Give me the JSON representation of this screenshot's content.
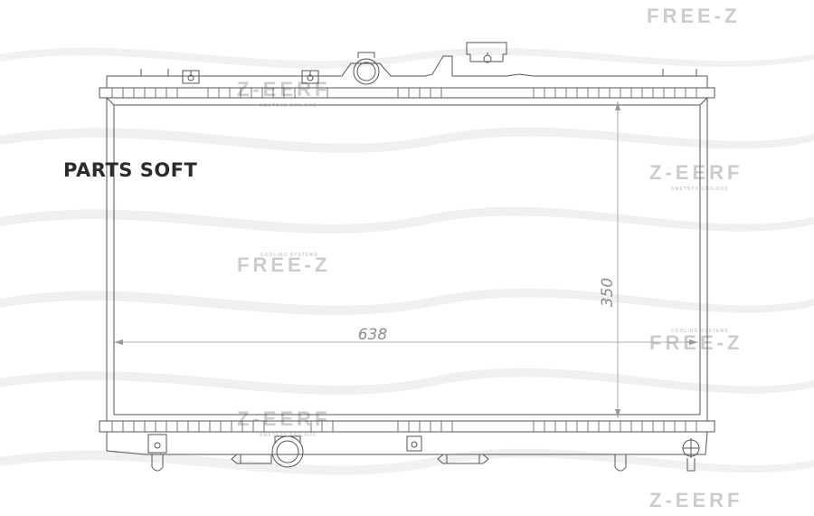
{
  "diagram": {
    "dimensions": {
      "width_label": "638",
      "height_label": "350"
    }
  },
  "watermark": {
    "brand": "FREE-Z",
    "brand_mirrored": "Z-EERF",
    "tagline": "COOLING SYSTEMS",
    "tagline_mirrored": "SMETSYS GNILOOC",
    "overlay_text": "PARTS SOFT"
  },
  "colors": {
    "line": "#555555",
    "dimension_line": "#9a9a9a",
    "watermark_wave": "#ececec",
    "watermark_text": "#cfcfcf",
    "overlay_text": "#2b2b2b"
  }
}
